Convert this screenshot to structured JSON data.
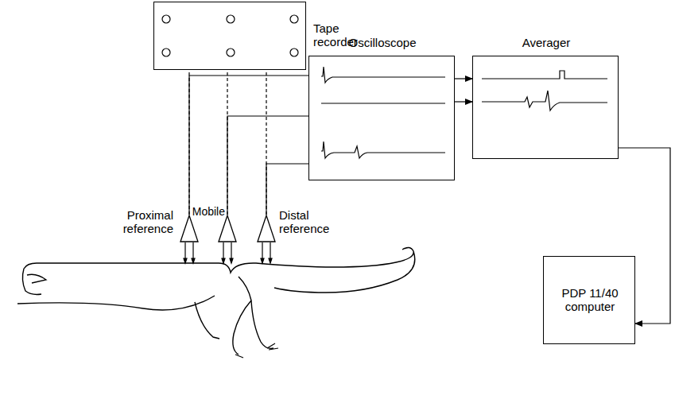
{
  "diagram": {
    "nodes": [
      {
        "text": [
          "Tape recorder"
        ]
      },
      {
        "text": [
          "Oscilloscope"
        ]
      },
      {
        "text": [
          "Averager"
        ]
      },
      {
        "text": [
          "Proximal reference"
        ]
      },
      {
        "text": [
          "Mobile"
        ]
      },
      {
        "text": [
          "Distal reference"
        ]
      },
      {
        "text": [
          "PDP 11/40 computer"
        ]
      }
    ],
    "edges": [
      {
        "from": 3,
        "to": 0,
        "arrow": "none"
      },
      {
        "from": 3,
        "to": 1,
        "arrow": "none"
      },
      {
        "from": 4,
        "to": 0,
        "arrow": "none"
      },
      {
        "from": 4,
        "to": 1,
        "arrow": "none"
      },
      {
        "from": 5,
        "to": 0,
        "arrow": "none"
      },
      {
        "from": 5,
        "to": 1,
        "arrow": "none"
      },
      {
        "from": 1,
        "to": 2,
        "arrow": "to"
      },
      {
        "from": 1,
        "to": 2,
        "arrow": "to"
      },
      {
        "from": 2,
        "to": 6,
        "arrow": "to"
      }
    ]
  }
}
